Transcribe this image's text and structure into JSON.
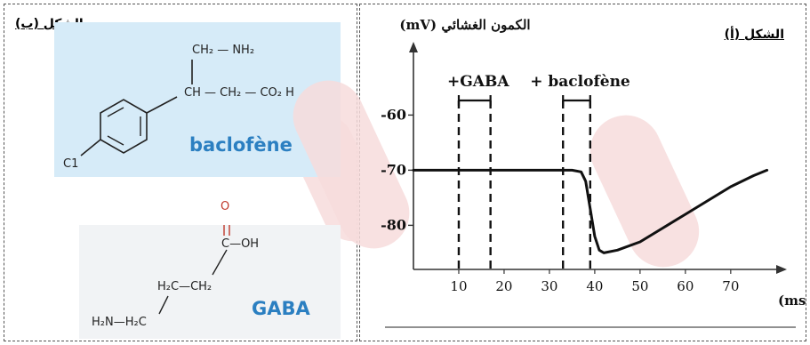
{
  "panel_b": {
    "header": "الشكل (ب)",
    "baclofen": {
      "name": "baclofène",
      "groups": {
        "ch2_nh2": "CH₂ — NH₂",
        "main_chain": "CH — CH₂ — CO₂ H",
        "cl": "C1"
      }
    },
    "gaba": {
      "name": "GABA",
      "groups": {
        "o": "O",
        "cooh": "C—OH",
        "h2c_ch2": "H₂C—CH₂",
        "h2n": "H₂N—H₂C"
      }
    }
  },
  "panel_a": {
    "header": "الشكل (أ)"
  },
  "chart_data": {
    "type": "line",
    "title": "",
    "ylabel": "الكمون الغشائي (mV)",
    "xlabel": "الزمن (ms)",
    "x_ticks": [
      10,
      20,
      30,
      40,
      50,
      60,
      70
    ],
    "y_ticks": [
      -60,
      -70,
      -80
    ],
    "xlim": [
      0,
      82
    ],
    "ylim": [
      -88,
      -48
    ],
    "annotations": [
      {
        "label": "+GABA",
        "x_start": 10,
        "x_end": 17
      },
      {
        "label": "+ baclofène",
        "x_start": 33,
        "x_end": 39
      }
    ],
    "series": [
      {
        "x": [
          0,
          10,
          20,
          30,
          35,
          37,
          38,
          39,
          40,
          41,
          42,
          45,
          50,
          55,
          60,
          65,
          70,
          75,
          78
        ],
        "y": [
          -70,
          -70,
          -70,
          -70,
          -70,
          -70.3,
          -72,
          -77,
          -82,
          -84.5,
          -85,
          -84.5,
          -83,
          -80.5,
          -78,
          -75.5,
          -73,
          -71,
          -70
        ]
      }
    ]
  }
}
